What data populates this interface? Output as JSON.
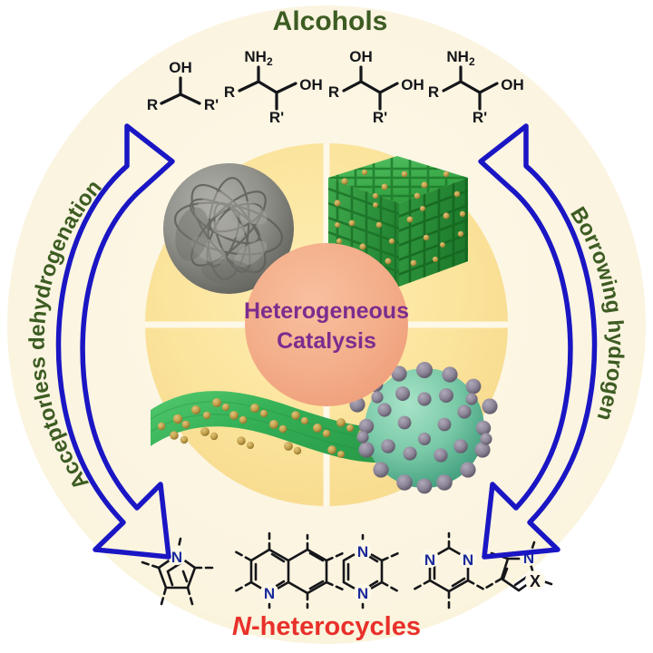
{
  "figure": {
    "type": "graphical-abstract",
    "title_top": "Alcohols",
    "title_center_line1": "Heterogeneous",
    "title_center_line2": "Catalysis",
    "title_bottom_italic": "N",
    "title_bottom_rest": "-heterocycles",
    "arrow_left_label": "Acceptorless dehydrogenation",
    "arrow_right_label": "Borrowing hydrogen"
  },
  "colors": {
    "background": "#ffffff",
    "outer_ring": "#fdf6e0",
    "inner_disc": "#fbe39b",
    "center_circle": "#f3ac87",
    "arrow_blue": "#1a16c4",
    "title_green": "#3d5c22",
    "center_purple": "#7b2d8e",
    "heterocycle_red": "#e8302a",
    "nitrogen_blue": "#1a2a9c",
    "sheet_green": "#3cb15a",
    "cube_green": "#2e9e3c",
    "particle_gold": "#c8a44a",
    "sphere_teal": "#76c9a8",
    "sphere_nub_gray": "#8d8898",
    "flower_gray": "#8a8a85"
  },
  "reactants": [
    {
      "name": "secondary-alcohol",
      "labels": [
        "OH",
        "R",
        "R'"
      ]
    },
    {
      "name": "amino-alcohol",
      "labels": [
        "NH",
        "2",
        "R",
        "R'",
        "OH"
      ]
    },
    {
      "name": "vicinal-diol",
      "labels": [
        "OH",
        "OH",
        "R",
        "R'"
      ]
    },
    {
      "name": "amino-alcohol-vicinal",
      "labels": [
        "NH",
        "2",
        "OH",
        "R",
        "R'"
      ]
    }
  ],
  "products": [
    {
      "name": "pyrrole",
      "heteroatoms": [
        "N"
      ]
    },
    {
      "name": "quinoline",
      "heteroatoms": [
        "N"
      ]
    },
    {
      "name": "pyrazine",
      "heteroatoms": [
        "N",
        "N"
      ]
    },
    {
      "name": "pyrimidine",
      "heteroatoms": [
        "N",
        "N"
      ]
    },
    {
      "name": "azole",
      "heteroatoms": [
        "N",
        "X"
      ]
    }
  ],
  "catalysts": [
    {
      "name": "flower-like-nanostructure",
      "quadrant": "top-left",
      "color": "#8a8a85"
    },
    {
      "name": "porous-cube-mof",
      "quadrant": "top-right",
      "color": "#2e9e3c"
    },
    {
      "name": "nanosheet-supported-particles",
      "quadrant": "bottom-left",
      "color": "#3cb15a"
    },
    {
      "name": "core-shell-nanosphere",
      "quadrant": "bottom-right",
      "color": "#76c9a8"
    }
  ]
}
